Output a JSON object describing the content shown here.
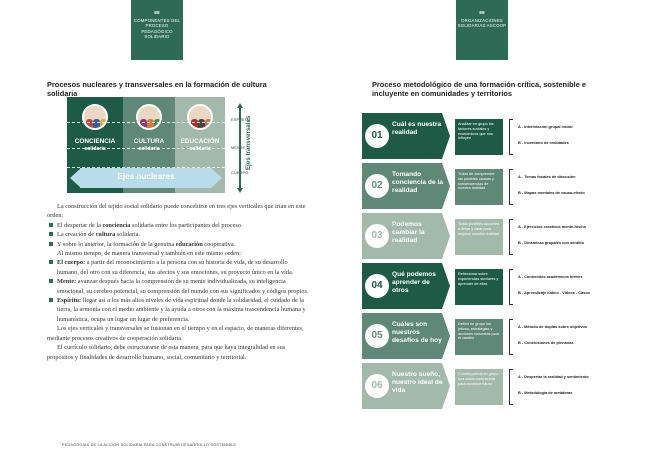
{
  "left": {
    "badge": {
      "num": "88",
      "label": "COMPONENTES DEL PROCESO PEDAGÓGICO SOLIDARIO"
    },
    "heading": "Procesos nucleares y transversales en la formación de cultura solidaria",
    "diagram": {
      "columns": [
        {
          "title": "CONCIENCIA",
          "sub": "solidaria"
        },
        {
          "title": "CULTURA",
          "sub": "solidaria"
        },
        {
          "title": "EDUCACIÓN",
          "sub": "solidaria"
        }
      ],
      "levels": [
        "ESPÍRITU",
        "MENTE",
        "CUERPO"
      ],
      "axis_horizontal": "Ejes nucleares",
      "axis_vertical": "Ejes transversales"
    },
    "text": {
      "p1": "La construcción del tejido social solidario puede concebirse en tres ejes verticales que irían en este orden:",
      "b1_pre": "El despertar de la ",
      "b1_bold": "conciencia",
      "b1_post": " solidaria entre los participantes del proceso.",
      "b2_pre": "La creación de ",
      "b2_bold": "cultura",
      "b2_post": " solidaria.",
      "b3_pre": "Y sobre lo anterior, la formación de la genuina ",
      "b3_bold": "educación",
      "b3_post": " cooperativa.",
      "p2": "Al mismo tiempo, de manera transversal y también en este mismo orden:",
      "c1_bold": "El cuerpo:",
      "c1_text": " a partir del reconocimiento a la persona con su historia de vida, de su desarrollo humano, del otro con su diferencia, sus afectos y sus emociones, su proyecto único en la vida.",
      "c2_bold": "Mente:",
      "c2_text": " avanzar después hacia la comprensión de su mente individualizada, su inteligencia emocional, su cerebro potencial, su comprensión del mundo con sus significados y códigos propios.",
      "c3_bold": "Espíritu:",
      "c3_text": " llegar así a los más altos niveles de vida espiritual donde la solidaridad, el cuidado de la tierra, la armonía con el medio ambiente y la ayuda a otros con la máxima trascendencia humana y humanística, ocupa un lugar un lugar de preferencia.",
      "p3": "Los ejes verticales y transversales se fusionan en el tiempo y en el espacio, de maneras diferentes, mediante procesos creativos de cooperación solidaria.",
      "p4": "El currículo solidario, debe estructurarse de esta manera, para que haya integralidad en sus propósitos y finalidades de desarrollo humano, social, comunitario y territorial."
    },
    "footer": "PEDAGOGÍAS DE LA ACCIÓN SOLIDARIA PARA CONSTRUIR DESARROLLO SOSTENIBLE"
  },
  "right": {
    "badge": {
      "num": "89",
      "label": "ORGANIZACIONES SOLIDARIAS ASCOOP"
    },
    "heading": "Proceso metodológico de una formación crítica, sostenible e incluyente en comunidades y territorios",
    "steps": [
      {
        "num": "01",
        "title": "Cuál es nuestra realidad",
        "desc": "Analizar en grupo los factores sociales y económicos que nos influyen",
        "a": "A - Interrelación grupal inicial",
        "b": "B - Inventario de realidades",
        "color": "#1e5b47"
      },
      {
        "num": "02",
        "title": "Tomando conciencia de la realidad",
        "desc": "Tratar de comprender las posibles causas y consecuencias de nuestra realidad",
        "a": "A - Temas focales de discusión",
        "b": "B - Mapas mentales de causa-efecto",
        "color": "#5f8876"
      },
      {
        "num": "03",
        "title": "Podemos cambiar la realidad",
        "desc": "Tratar posibles acciones a llevar y calar para mejorar nuestra realidad",
        "a": "A - Ejercicios creativos mente-hecho",
        "b": "B - Dinámicas grupales con sentido",
        "color": "#a3b9ac"
      },
      {
        "num": "04",
        "title": "Qué podemos aprender de otros",
        "desc": "Reflexionar sobre experiencias similares y aprender de ellas",
        "a": "A - Contenidos académicos breves",
        "b": "B - Aprendizaje lúdico - Videos - Casos",
        "color": "#1e5b47"
      },
      {
        "num": "05",
        "title": "Cuáles son nuestros desafíos de hoy",
        "desc": "Definir en grupo los jetivos, estrategias y acciones concretas para el cambio",
        "a": "A - Método de duplas sobre objetivos",
        "b": "B - Conclusiones de plenarias",
        "color": "#5f8876"
      },
      {
        "num": "06",
        "title": "Nuestro sueño, nuestro ideal de vida",
        "desc": "Construyamos en grupo una visión compartida para construir futuro",
        "a": "A - Despertar la realidad y sentimiento",
        "b": "B - Metodología de metáforas",
        "color": "#a3b9ac"
      }
    ]
  }
}
